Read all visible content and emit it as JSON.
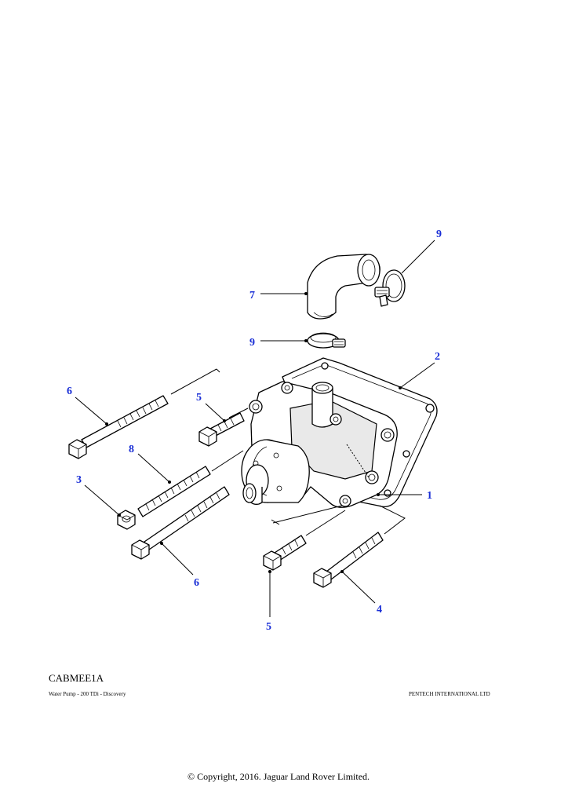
{
  "diagram": {
    "ref_code": "CABMEE1A",
    "title": "Water Pump - 200 TDi - Discovery",
    "company": "PENTECH INTERNATIONAL LTD",
    "copyright": "© Copyright, 2016. Jaguar Land Rover Limited.",
    "callouts": [
      "9",
      "7",
      "9",
      "2",
      "6",
      "5",
      "8",
      "3",
      "1",
      "6",
      "5",
      "4"
    ],
    "colors": {
      "callout": "#1a2fd6",
      "line": "#000000",
      "background": "#ffffff"
    }
  }
}
